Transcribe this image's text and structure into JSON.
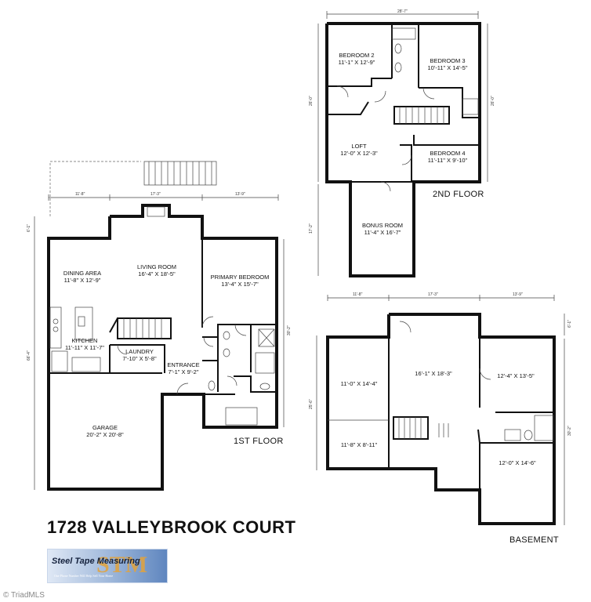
{
  "address": "1728 VALLEYBROOK COURT",
  "logo": {
    "name": "Steel Tape Measuring",
    "mark": "STM",
    "tagline": "One Phone Number Will Help Sell Your Home"
  },
  "credit": "© TriadMLS",
  "floors": {
    "first": {
      "label": "1ST FLOOR",
      "dims": [
        "11'-8\"",
        "17'-3\"",
        "13'-9\"",
        "6'-1\"",
        "66'-4\"",
        "30'-2\""
      ],
      "rooms": [
        {
          "name": "DINING AREA",
          "size": "11'-8\" X 12'-9\""
        },
        {
          "name": "LIVING ROOM",
          "size": "16'-4\" X 18'-5\""
        },
        {
          "name": "PRIMARY BEDROOM",
          "size": "13'-4\" X 15'-7\""
        },
        {
          "name": "KITCHEN",
          "size": "11'-11\" X 11'-7\""
        },
        {
          "name": "LAUNDRY",
          "size": "7'-10\" X 5'-8\""
        },
        {
          "name": "ENTRANCE",
          "size": "7'-1\" X 9'-2\""
        },
        {
          "name": "GARAGE",
          "size": "20'-2\" X 20'-8\""
        }
      ]
    },
    "second": {
      "label": "2ND FLOOR",
      "dims": [
        "28'-7\"",
        "26'-0\"",
        "26'-0\"",
        "17'-2\""
      ],
      "rooms": [
        {
          "name": "BEDROOM 2",
          "size": "11'-1\" X 12'-9\""
        },
        {
          "name": "BEDROOM 3",
          "size": "10'-11\" X 14'-5\""
        },
        {
          "name": "LOFT",
          "size": "12'-0\" X 12'-3\""
        },
        {
          "name": "BEDROOM 4",
          "size": "11'-11\" X 9'-10\""
        },
        {
          "name": "BONUS ROOM",
          "size": "11'-4\" X 16'-7\""
        }
      ]
    },
    "basement": {
      "label": "BASEMENT",
      "dims": [
        "11'-8\"",
        "17'-3\"",
        "13'-9\"",
        "6'-1\"",
        "25'-6\"",
        "30'-2\""
      ],
      "rooms": [
        {
          "size": "11'-0\" X 14'-4\""
        },
        {
          "size": "16'-1\" X 18'-3\""
        },
        {
          "size": "12'-4\" X 13'-5\""
        },
        {
          "size": "11'-8\" X 8'-11\""
        },
        {
          "size": "12'-0\" X 14'-6\""
        }
      ]
    }
  }
}
